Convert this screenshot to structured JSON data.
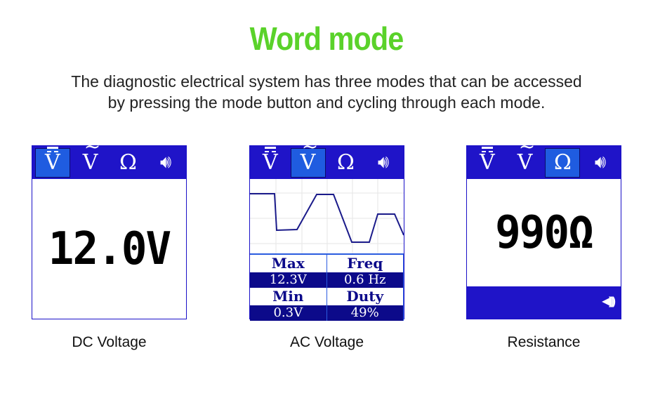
{
  "title": "Word mode",
  "subtitle_line1": "The diagnostic electrical system has three modes that can be accessed",
  "subtitle_line2": "by pressing the mode button and cycling through each mode.",
  "icons": {
    "v": "V",
    "ohm": "Ω",
    "speaker": "🔊︎"
  },
  "panels": [
    {
      "caption": "DC Voltage",
      "reading": "12.0V",
      "active": "dc-voltage"
    },
    {
      "caption": "AC Voltage",
      "active": "ac-voltage",
      "max_label": "Max",
      "max_value": "12.3V",
      "freq_label": "Freq",
      "freq_value": "0.6 Hz",
      "min_label": "Min",
      "min_value": "0.3V",
      "duty_label": "Duty",
      "duty_value": "49%"
    },
    {
      "caption": "Resistance",
      "reading": "990Ω",
      "active": "resistance",
      "continuity": "◀)))"
    }
  ],
  "colors": {
    "header": "#1f14c8",
    "active": "#1f5ce0",
    "title": "#5ad22a"
  }
}
